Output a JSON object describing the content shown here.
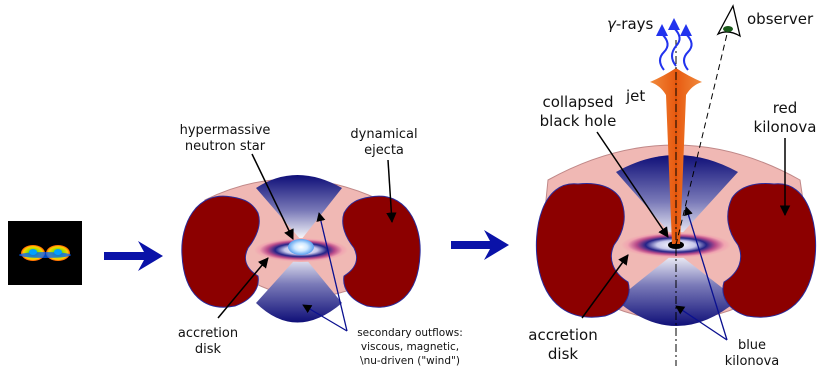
{
  "colors": {
    "ejecta_fill": "#f0b8b4",
    "ejecta_stroke": "#c08888",
    "red_kilonova": "#8c0000",
    "blue_dark": "#0f0f78",
    "jet_orange": "#f06a1c",
    "arrow_blue": "#0a12a8",
    "gamma_blue": "#2233ee"
  },
  "icons": [
    "merger-thumbnail-icon",
    "process-arrow-icon",
    "eye-icon",
    "gamma-ray-wave-icon"
  ],
  "stage_middle": {
    "hmns_label_line1": "hypermassive",
    "hmns_label_line2": "neutron star",
    "ejecta_label_line1": "dynamical",
    "ejecta_label_line2": "ejecta",
    "disk_label_line1": "accretion",
    "disk_label_line2": "disk",
    "outflow_line1": "secondary outflows:",
    "outflow_line2": "viscous, magnetic,",
    "outflow_line3": "\\nu-driven (\"wind\")"
  },
  "stage_right": {
    "gamma_greek": "γ",
    "gamma_text": "-rays",
    "observer_label": "observer",
    "jet_label": "jet",
    "bh_label_line1": "collapsed",
    "bh_label_line2": "black hole",
    "red_label_line1": "red",
    "red_label_line2": "kilonova",
    "disk_label_line1": "accretion",
    "disk_label_line2": "disk",
    "blue_label_line1": "blue",
    "blue_label_line2": "kilonova"
  }
}
